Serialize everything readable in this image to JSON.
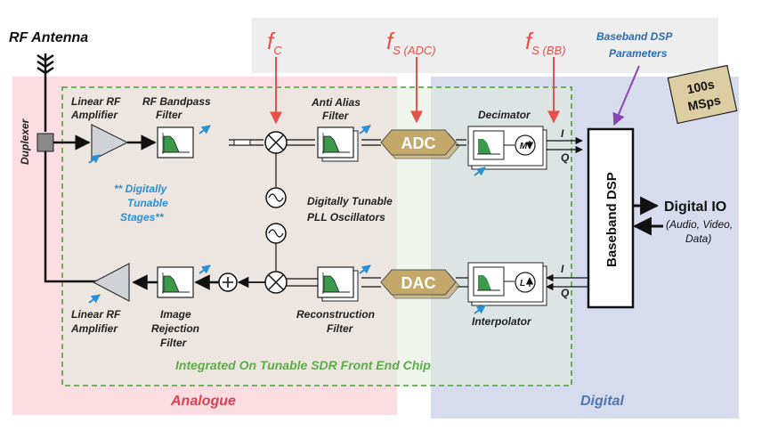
{
  "title": "RF Antenna",
  "labels": {
    "duplexer": "Duplexer",
    "linear_rf_amp_top": [
      "Linear RF",
      "Amplifier"
    ],
    "rf_bandpass": [
      "RF Bandpass",
      "Filter"
    ],
    "digitally_tunable_stages": [
      "** Digitally",
      "Tunable",
      "Stages**"
    ],
    "anti_alias": [
      "Anti Alias",
      "Filter"
    ],
    "pll": [
      "Digitally Tunable",
      "PLL Oscillators"
    ],
    "decimator": "Decimator",
    "linear_rf_amp_bottom": [
      "Linear RF",
      "Amplifier"
    ],
    "image_rejection": [
      "Image",
      "Rejection",
      "Filter"
    ],
    "reconstruction": [
      "Reconstruction",
      "Filter"
    ],
    "interpolator": "Interpolator",
    "baseband_dsp_params": [
      "Baseband DSP",
      "Parameters"
    ],
    "msps": [
      "100s",
      "MSps"
    ],
    "baseband_dsp": "Baseband DSP",
    "digital_io": "Digital IO",
    "digital_io_sub": [
      "(Audio, Video,",
      "Data)"
    ],
    "chip": "Integrated On Tunable SDR Front End Chip",
    "analogue": "Analogue",
    "digital": "Digital"
  },
  "blocks": {
    "adc": "ADC",
    "dac": "DAC",
    "decimator_symbol": "M",
    "interpolator_symbol": "L",
    "i": "I",
    "q": "Q"
  },
  "freqs": {
    "fc_main": "f",
    "fc_sub": "C",
    "fs_adc_main": "f",
    "fs_adc_sub": "S (ADC)",
    "fs_bb_main": "f",
    "fs_bb_sub": "S (BB)"
  },
  "colors": {
    "analogue_bg": "#fbdde2",
    "digital_bg": "#d6dced",
    "top_bg": "#eeeeee",
    "chip_border": "#5cad4a",
    "freq_red": "#e8504a",
    "params_purple": "#8a45b5",
    "converter_gold": "#c4a86a",
    "msps_bg": "#ddcda3",
    "analogue_text": "#e04050",
    "digital_text": "#4f78b0",
    "stages_blue": "#2a8fd4"
  }
}
